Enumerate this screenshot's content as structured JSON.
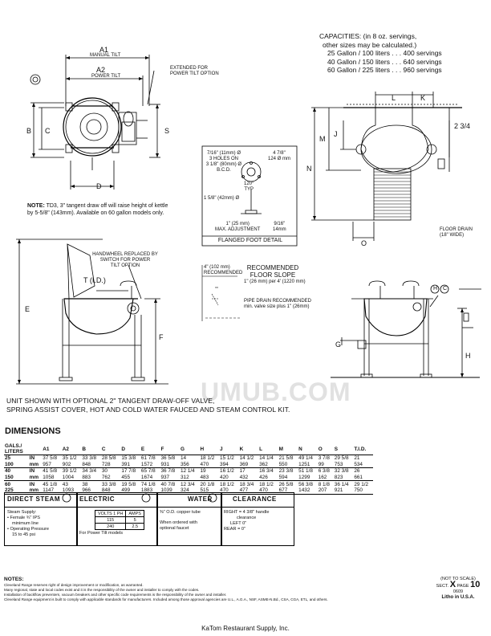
{
  "capacities": {
    "title": "CAPACITIES: (in 8 oz. servings,",
    "subtitle": "other sizes may be calculated.)",
    "rows": [
      "25 Gallon / 100 liters . . . 400 servings",
      "40 Gallon / 150 liters . . . 640 servings",
      "60 Gallon / 225 liters . . . 960 servings"
    ]
  },
  "top_view": {
    "a1": "A1",
    "a1_note": "MANUAL TILT",
    "a2": "A2",
    "a2_note": "POWER TILT",
    "extended": "EXTENDED FOR\nPOWER TILT OPTION",
    "b": "B",
    "c": "C",
    "s": "S",
    "d": "D"
  },
  "note_td3": {
    "label": "NOTE:",
    "text": " TD3, 3\" tangent draw off will raise height of kettle by 5-5/8\" (143mm). Available on 60 gallon models only."
  },
  "foot_detail": {
    "holes1": "7/16\" (11mm) Ø",
    "holes2": "3 HOLES ON",
    "holes3": "3 1/8\" (80mm) Ø",
    "holes4": "B.C.D.",
    "dia1": "4 7/8\"",
    "dia2": "124 Ø mm",
    "angle": "120°",
    "angle_note": "TYP",
    "base": "1 5/8\" (42mm) Ø",
    "adj1": "1\" (25 mm)",
    "adj2": "MAX. ADJUSTMENT",
    "h1": "9/16\"",
    "h2": "14mm",
    "title": "FLANGED FOOT DETAIL"
  },
  "right_view": {
    "l": "L",
    "k": "K",
    "m": "M",
    "j": "J",
    "n": "N",
    "o": "O",
    "dim234": "2 3/4",
    "floor_drain": "FLOOR DRAIN\n(18\" WIDE)"
  },
  "side_view": {
    "handwheel": "HANDWHEEL REPLACED BY\nSWITCH FOR POWER\nTILT OPTION",
    "t": "T (I.D.)",
    "e": "E",
    "f": "F"
  },
  "floor_slope": {
    "clearance1": "4\" (102 mm)",
    "clearance2": "RECOMMENDED",
    "title1": "RECOMMENDED",
    "title2": "FLOOR SLOPE",
    "slope": "1\" (26 mm) per 4' (1220 mm)",
    "pipe1": "PIPE DRAIN RECOMMENDED",
    "pipe2": "min. valve size plus 1\" (26mm)"
  },
  "front_view": {
    "h": "H",
    "c": "C",
    "g": "G"
  },
  "caption": {
    "line1": "UNIT SHOWN WITH OPTIONAL 2\" TANGENT DRAW-OFF VALVE,",
    "line2": "SPRING ASSIST COVER, HOT AND COLD WATER FAUCED AND STEAM CONTROL KIT."
  },
  "dimensions": {
    "title": "DIMENSIONS",
    "head_label1": "GALS./",
    "head_label2": "LITERS",
    "columns": [
      "A1",
      "A2",
      "B",
      "C",
      "D",
      "E",
      "F",
      "G",
      "H",
      "J",
      "K",
      "L",
      "M",
      "N",
      "O",
      "S",
      "T.I.D."
    ],
    "rows": [
      {
        "size": "25",
        "unit": "IN",
        "vals": [
          "37 5/8",
          "35 1/2",
          "33 3/8",
          "28 5/8",
          "15 3/8",
          "61 7/8",
          "36 5/8",
          "14",
          "18 1/2",
          "15 1/2",
          "14 1/2",
          "14 1/4",
          "21 5/8",
          "49 1/4",
          "3 7/8",
          "29 5/8",
          "21"
        ],
        "end": false
      },
      {
        "size": "100",
        "unit": "mm",
        "vals": [
          "957",
          "902",
          "848",
          "728",
          "391",
          "1572",
          "931",
          "356",
          "470",
          "394",
          "369",
          "362",
          "550",
          "1251",
          "99",
          "753",
          "534"
        ],
        "end": true
      },
      {
        "size": "40",
        "unit": "IN",
        "vals": [
          "41 5/8",
          "39 1/2",
          "34 3/4",
          "30",
          "17 7/8",
          "65 7/8",
          "36 7/8",
          "12 1/4",
          "19",
          "16 1/2",
          "17",
          "16 3/4",
          "23 3/8",
          "51 1/8",
          "6 3/8",
          "32 3/8",
          "26"
        ],
        "end": false
      },
      {
        "size": "150",
        "unit": "mm",
        "vals": [
          "1058",
          "1004",
          "883",
          "762",
          "455",
          "1674",
          "937",
          "312",
          "483",
          "420",
          "432",
          "426",
          "594",
          "1299",
          "162",
          "823",
          "661"
        ],
        "end": true
      },
      {
        "size": "60",
        "unit": "IN",
        "vals": [
          "45 1/8",
          "43",
          "38",
          "33 3/8",
          "19 5/8",
          "74 1/8",
          "40 7/8",
          "12 3/4",
          "20 1/8",
          "18 1/2",
          "18 3/4",
          "18 1/2",
          "26 5/8",
          "56 3/8",
          "8 1/8",
          "36 1/4",
          "29 1/2"
        ],
        "end": false
      },
      {
        "size": "225",
        "unit": "mm",
        "vals": [
          "1147",
          "1093",
          "966",
          "848",
          "499",
          "1883",
          "1039",
          "324",
          "515",
          "470",
          "477",
          "470",
          "677",
          "1432",
          "207",
          "921",
          "750"
        ],
        "end": true
      }
    ]
  },
  "utilities": {
    "steam": {
      "title": "DIRECT STEAM",
      "lines": [
        "Steam Supply:",
        "• Female ¾\" IPS",
        "  minimum line",
        "• Operating Pressure",
        "  15 to 45 psi"
      ]
    },
    "electric": {
      "title": "ELECTRIC",
      "head": [
        "VOLTS 1 PH",
        "AMPS"
      ],
      "rows": [
        [
          "115",
          "5"
        ],
        [
          "240",
          "2.5"
        ]
      ],
      "note": "For Power Tilt models"
    },
    "water": {
      "title": "WATER",
      "lines": [
        "⅜\" O.D. copper tube",
        "",
        "When ordered with",
        "optional faucet"
      ]
    },
    "clearance": {
      "title": "CLEARANCE",
      "lines": [
        "RIGHT = 4 3/8\" handle",
        "clearance",
        "LEFT    0\"",
        "REAR  =  0\""
      ]
    }
  },
  "notes": {
    "title": "NOTES:",
    "lines": [
      "Cleveland Range reserves right of design improvement or modification, as warranted.",
      "Many regional, state and local codes exist and it is the responsibility of the owner and installer to comply with the codes.",
      "Installation of backflow preventers, vacuum breakers and other specific code requirements is the responsibility of the owner and installer.",
      "Cleveland Range equipment is built to comply with applicable standards for manufacturers. Included among those approval agencies are U.L., A.G.A., NSF, ASME-N.Bd., CSA, CGA, ETL, and others."
    ]
  },
  "sect": {
    "scale": "(NOT TO SCALE)",
    "sect_label": "SECT.",
    "sect_val": "X",
    "page_label": "PAGE",
    "page_val": "10",
    "code": "0609",
    "litho": "Litho in U.S.A."
  },
  "watermark": "UMUB.COM",
  "footer": "KaTom Restaurant Supply, Inc."
}
